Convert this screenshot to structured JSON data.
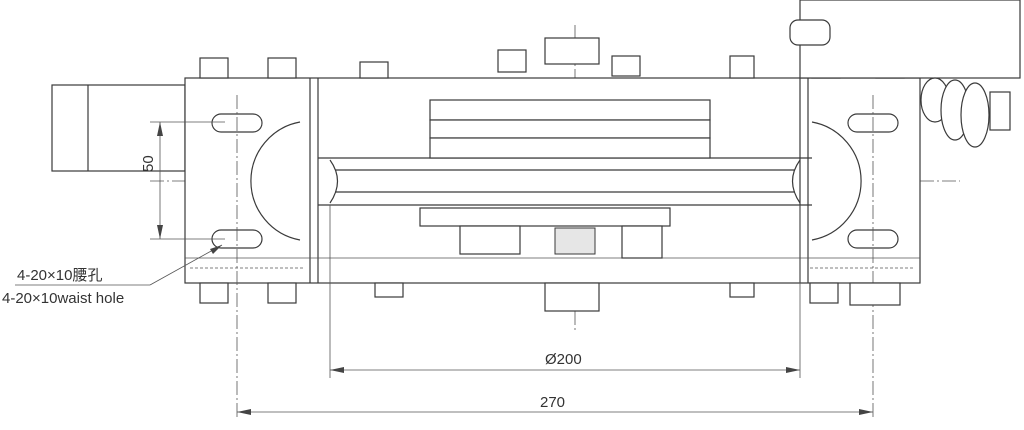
{
  "dimensions": {
    "slot_spacing": "50",
    "pulley_diameter": "Ø200",
    "overall_width": "270"
  },
  "callout": {
    "label_cn": "4-20×10腰孔",
    "label_en": "4-20×10waist hole"
  }
}
